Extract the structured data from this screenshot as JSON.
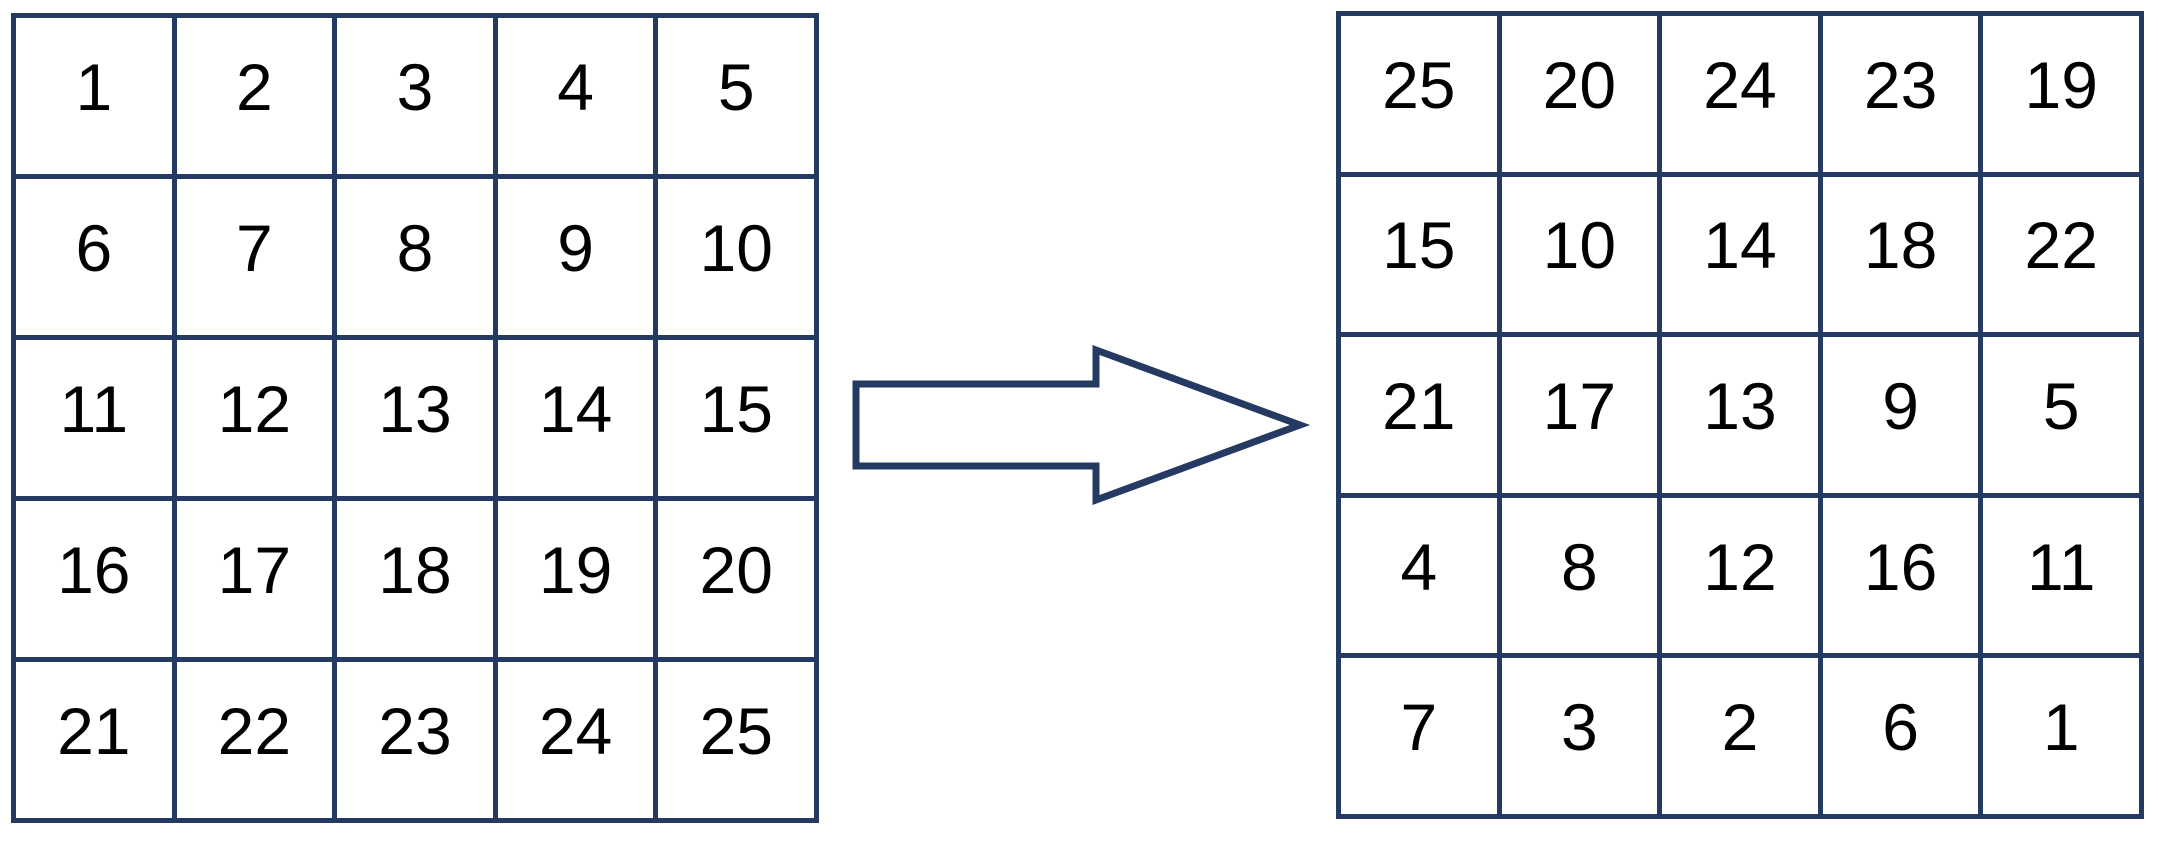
{
  "figure": {
    "type": "grid-transformation-diagram",
    "background_color": "#ffffff",
    "grid_line_color": "#253A63",
    "number_color": "#000000"
  },
  "left_grid": {
    "name": "original-grid",
    "rows": 5,
    "cols": 5,
    "values": [
      [
        "1",
        "2",
        "3",
        "4",
        "5"
      ],
      [
        "6",
        "7",
        "8",
        "9",
        "10"
      ],
      [
        "11",
        "12",
        "13",
        "14",
        "15"
      ],
      [
        "16",
        "17",
        "18",
        "19",
        "20"
      ],
      [
        "21",
        "22",
        "23",
        "24",
        "25"
      ]
    ]
  },
  "arrow": {
    "name": "transform-arrow",
    "direction": "right",
    "style": "hollow-block-arrow",
    "outline_color": "#253A63",
    "fill_color": "#ffffff"
  },
  "right_grid": {
    "name": "transformed-grid",
    "rows": 5,
    "cols": 5,
    "values": [
      [
        "25",
        "20",
        "24",
        "23",
        "19"
      ],
      [
        "15",
        "10",
        "14",
        "18",
        "22"
      ],
      [
        "21",
        "17",
        "13",
        "9",
        "5"
      ],
      [
        "4",
        "8",
        "12",
        "16",
        "11"
      ],
      [
        "7",
        "3",
        "2",
        "6",
        "1"
      ]
    ]
  }
}
